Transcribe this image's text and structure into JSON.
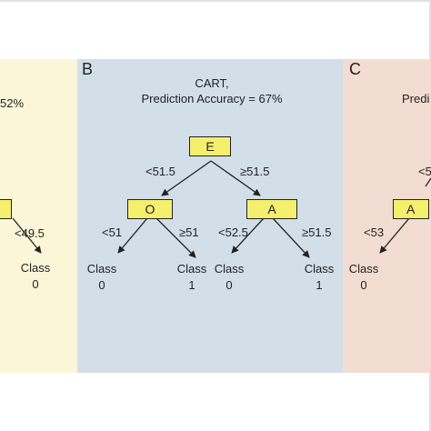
{
  "colors": {
    "panel_a": "#fbf6d8",
    "panel_b": "#d2dfe8",
    "panel_c": "#f3dcd2",
    "node_fill": "#f5ef6e",
    "ink": "#222222"
  },
  "panel_a": {
    "accuracy_fragment": "52%",
    "edge_right": "<49.5",
    "leaf": {
      "class_label": "Class",
      "class_value": "0"
    }
  },
  "panel_b": {
    "letter": "B",
    "title": "CART,",
    "accuracy": "Prediction Accuracy = 67%",
    "root": {
      "label": "E",
      "left_edge": "<51.5",
      "right_edge": "≥51.5"
    },
    "left_node": {
      "label": "O",
      "left_edge": "<51",
      "right_edge": "≥51"
    },
    "right_node": {
      "label": "A",
      "left_edge": "<52.5",
      "right_edge": "≥51.5"
    },
    "leaves": [
      {
        "class_label": "Class",
        "class_value": "0"
      },
      {
        "class_label": "Class",
        "class_value": "1"
      },
      {
        "class_label": "Class",
        "class_value": "0"
      },
      {
        "class_label": "Class",
        "class_value": "1"
      }
    ]
  },
  "panel_c": {
    "letter": "C",
    "accuracy_fragment": "Predi",
    "root_edge_fragment": "<5",
    "node": {
      "label": "A",
      "left_edge": "<53"
    },
    "leaf": {
      "class_label": "Class",
      "class_value": "0"
    }
  }
}
